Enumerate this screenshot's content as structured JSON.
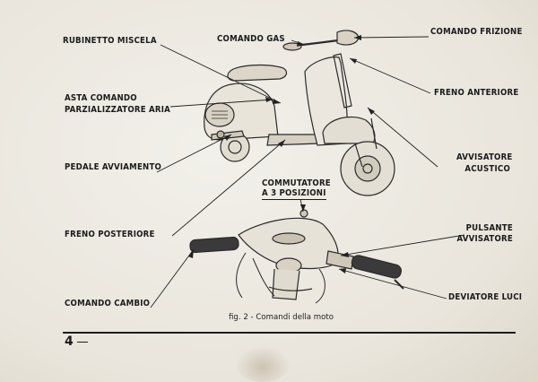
{
  "labels": {
    "rubinetto_miscela": "RUBINETTO MISCELA",
    "asta_comando_1": "ASTA COMANDO",
    "asta_comando_2": "PARZIALIZZATORE ARIA",
    "pedale_avviamento": "PEDALE AVVIAMENTO",
    "freno_posteriore": "FRENO POSTERIORE",
    "comando_cambio": "COMANDO CAMBIO",
    "comando_gas": "COMANDO GAS",
    "comando_frizione": "COMANDO FRIZIONE",
    "freno_anteriore": "FRENO ANTERIORE",
    "avvisatore_acustico_1": "AVVISATORE",
    "avvisatore_acustico_2": "ACUSTICO",
    "commutatore_1": "COMMUTATORE",
    "commutatore_2": "A 3 POSIZIONI",
    "pulsante_avvisatore_1": "PULSANTE",
    "pulsante_avvisatore_2": "AVVISATORE",
    "deviatore_luci": "DEVIATORE LUCI"
  },
  "caption": "fig. 2 - Comandi della moto",
  "page_number": "4",
  "colors": {
    "paper": "#ece9e2",
    "ink": "#1c1c1c"
  }
}
